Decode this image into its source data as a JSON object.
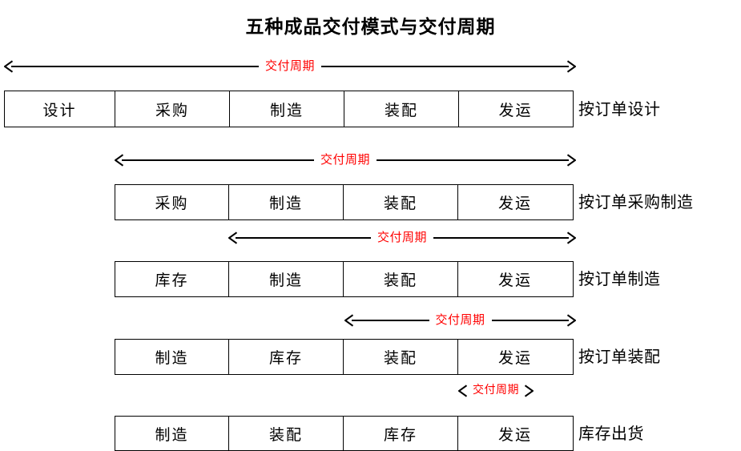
{
  "title": "五种成品交付模式与交付周期",
  "colors": {
    "leadtime_label": "#FF0000",
    "line": "#000000",
    "text": "#000000",
    "background": "#FFFFFF"
  },
  "leadtime_label": "交付周期",
  "rows": [
    {
      "mode_label": "按订单设计",
      "cells": [
        "设计",
        "采购",
        "制造",
        "装配",
        "发运"
      ],
      "leadtime": {
        "label": "交付周期",
        "start_stage": "设计",
        "span_cells": 5
      }
    },
    {
      "mode_label": "按订单采购制造",
      "cells": [
        "采购",
        "制造",
        "装配",
        "发运"
      ],
      "leadtime": {
        "label": "交付周期",
        "start_stage": "采购",
        "span_cells": 4
      }
    },
    {
      "mode_label": "按订单制造",
      "cells": [
        "库存",
        "制造",
        "装配",
        "发运"
      ],
      "leadtime": {
        "label": "交付周期",
        "start_stage": "制造",
        "span_cells": 3
      }
    },
    {
      "mode_label": "按订单装配",
      "cells": [
        "制造",
        "库存",
        "装配",
        "发运"
      ],
      "leadtime": {
        "label": "交付周期",
        "start_stage": "装配",
        "span_cells": 2
      }
    },
    {
      "mode_label": "库存出货",
      "cells": [
        "制造",
        "装配",
        "库存",
        "发运"
      ],
      "leadtime": {
        "label": "交付周期",
        "start_stage": "发运",
        "span_cells": 1
      }
    }
  ]
}
